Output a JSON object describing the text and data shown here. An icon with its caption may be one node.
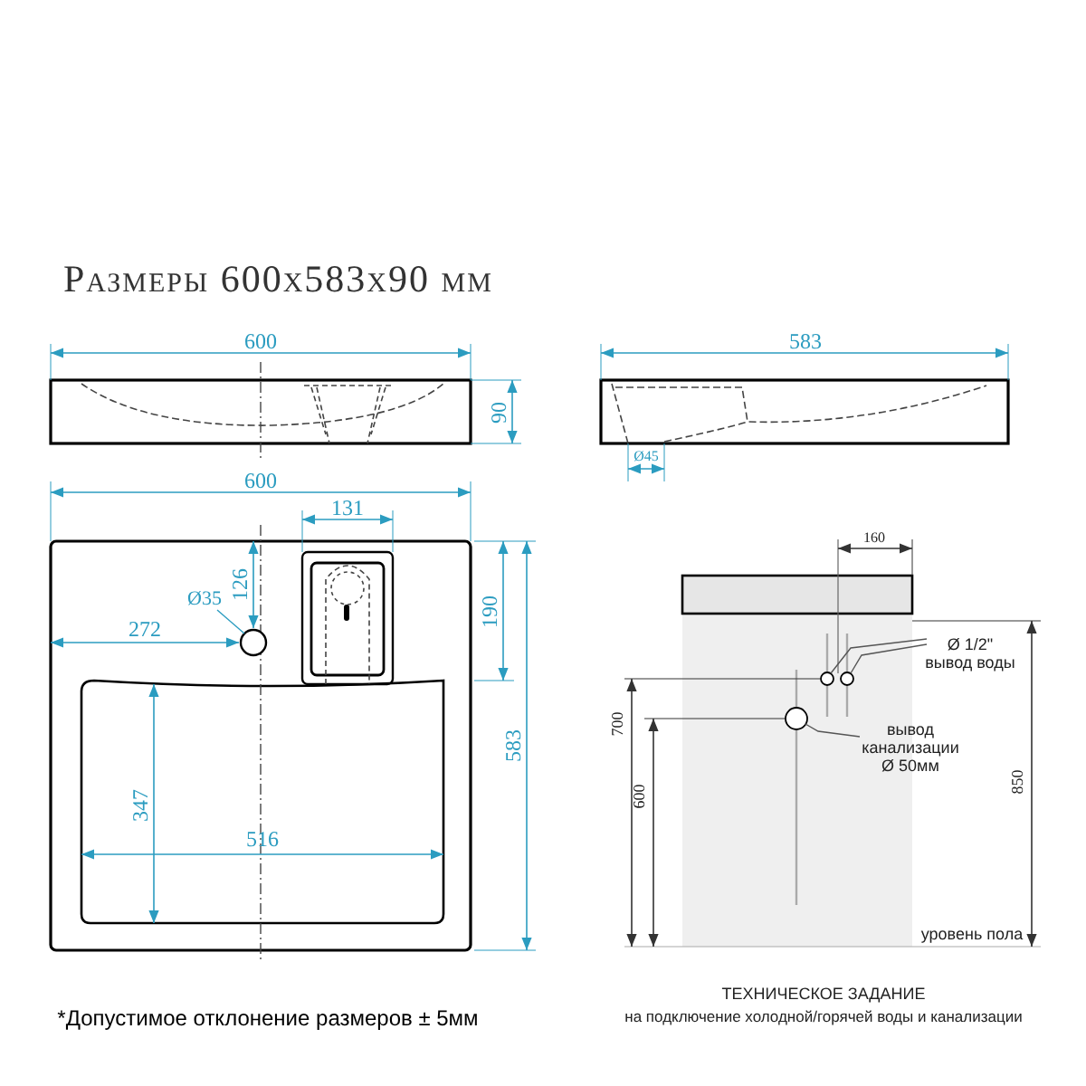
{
  "diagram": {
    "title": "Размеры 600х583х90 мм",
    "nodes": [
      {
        "text": [
          "Ø35"
        ]
      },
      {
        "text": [],
        "shape": "circle"
      },
      {
        "text": [
          "Ø 1/2\" вывод воды"
        ]
      },
      {
        "text": [],
        "shape": "circle"
      },
      {
        "text": [],
        "shape": "circle"
      },
      {
        "text": [
          "вывод канализации Ø 50мм"
        ]
      },
      {
        "text": [],
        "shape": "circle"
      }
    ],
    "edges": [
      {
        "from": 0,
        "to": 1,
        "arrow": "none",
        "color": "#2b9cc0"
      },
      {
        "from": 2,
        "to": 3,
        "arrow": "none"
      },
      {
        "from": 2,
        "to": 4,
        "arrow": "none"
      },
      {
        "from": 5,
        "to": 6,
        "arrow": "none"
      }
    ],
    "labels": [
      "600",
      "90",
      "583",
      "Ø45",
      "600",
      "131",
      "126",
      "272",
      "190",
      "583",
      "347",
      "516",
      "160",
      "700",
      "600",
      "850",
      "уровень пола",
      "*Допустимое отклонение размеров ± 5мм",
      "ТЕХНИЧЕСКОЕ ЗАДАНИЕ",
      "на подключение холодной/горячей воды и канализации"
    ]
  }
}
